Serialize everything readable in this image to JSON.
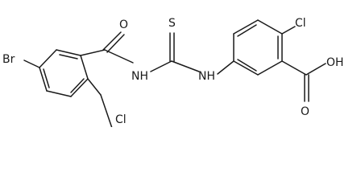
{
  "molecule": {
    "atoms": {
      "br": "Br",
      "cl_left": "Cl",
      "o_amide": "O",
      "nh_left": "NH",
      "s": "S",
      "nh_right": "NH",
      "cl_right": "Cl",
      "oh": "OH",
      "o_acid": "O"
    }
  }
}
